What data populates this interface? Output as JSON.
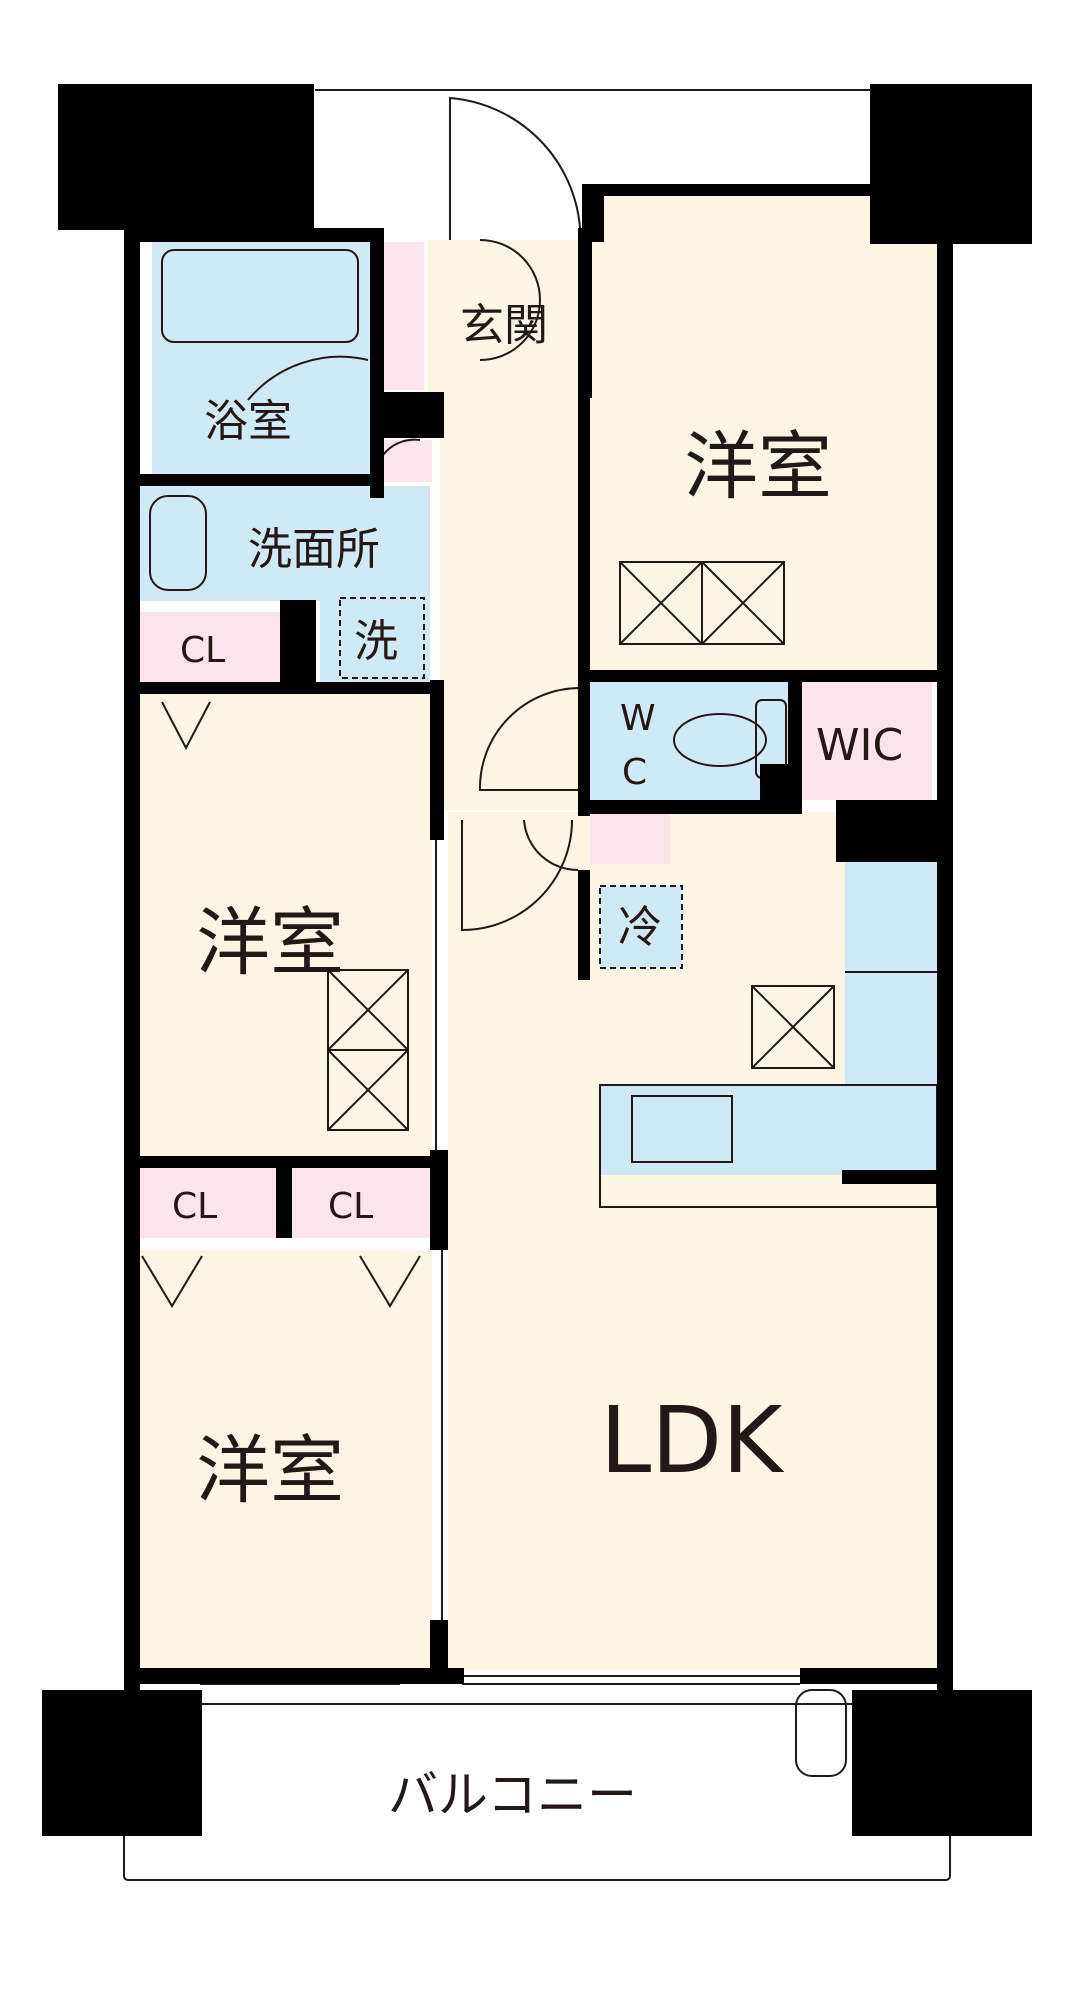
{
  "colors": {
    "room": "#FDF5E4",
    "wet": "#CFEAF6",
    "closet": "#FCE3EC",
    "wall": "#000000",
    "line": "#231815"
  },
  "rooms": {
    "entrance": "玄関",
    "bath": "浴室",
    "washroom": "洗面所",
    "washer": "洗",
    "western_top": "洋室",
    "western_mid": "洋室",
    "western_bottom": "洋室",
    "toilet_line1": "W",
    "toilet_line2": "C",
    "wic": "WIC",
    "fridge": "冷",
    "ldk": "LDK",
    "balcony": "バルコニー",
    "cl_top": "CL",
    "cl_left": "CL",
    "cl_right": "CL"
  }
}
